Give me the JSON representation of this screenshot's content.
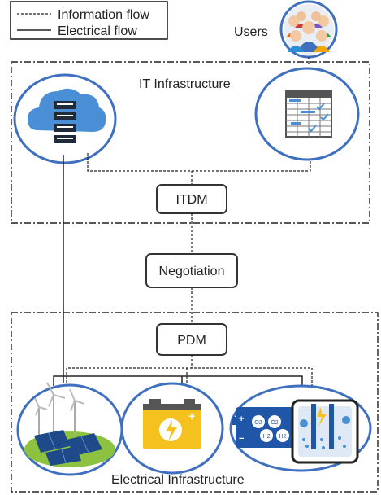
{
  "legend": {
    "information_flow": "Information flow",
    "electrical_flow": "Electrical flow"
  },
  "users_label": "Users",
  "it_infrastructure": {
    "title": "IT Infrastructure",
    "icons": [
      "cloud-server-icon",
      "schedule-table-icon"
    ]
  },
  "itdm_label": "ITDM",
  "negotiation_label": "Negotiation",
  "pdm_label": "PDM",
  "electrical_infrastructure": {
    "title": "Electrical Infrastructure",
    "icons": [
      "wind-solar-farm-icon",
      "battery-icon",
      "hydrogen-storage-icon",
      "electrolyzer-icon"
    ]
  },
  "hydrogen_labels": {
    "o2": "O2",
    "h2": "H2",
    "plus": "+",
    "minus": "−"
  },
  "colors": {
    "accent_blue": "#3f6fbf",
    "cloud_blue": "#4a8fd6",
    "battery_yellow": "#f5c11e",
    "hydrogen_dark": "#1f56a8",
    "line": "#222222"
  }
}
